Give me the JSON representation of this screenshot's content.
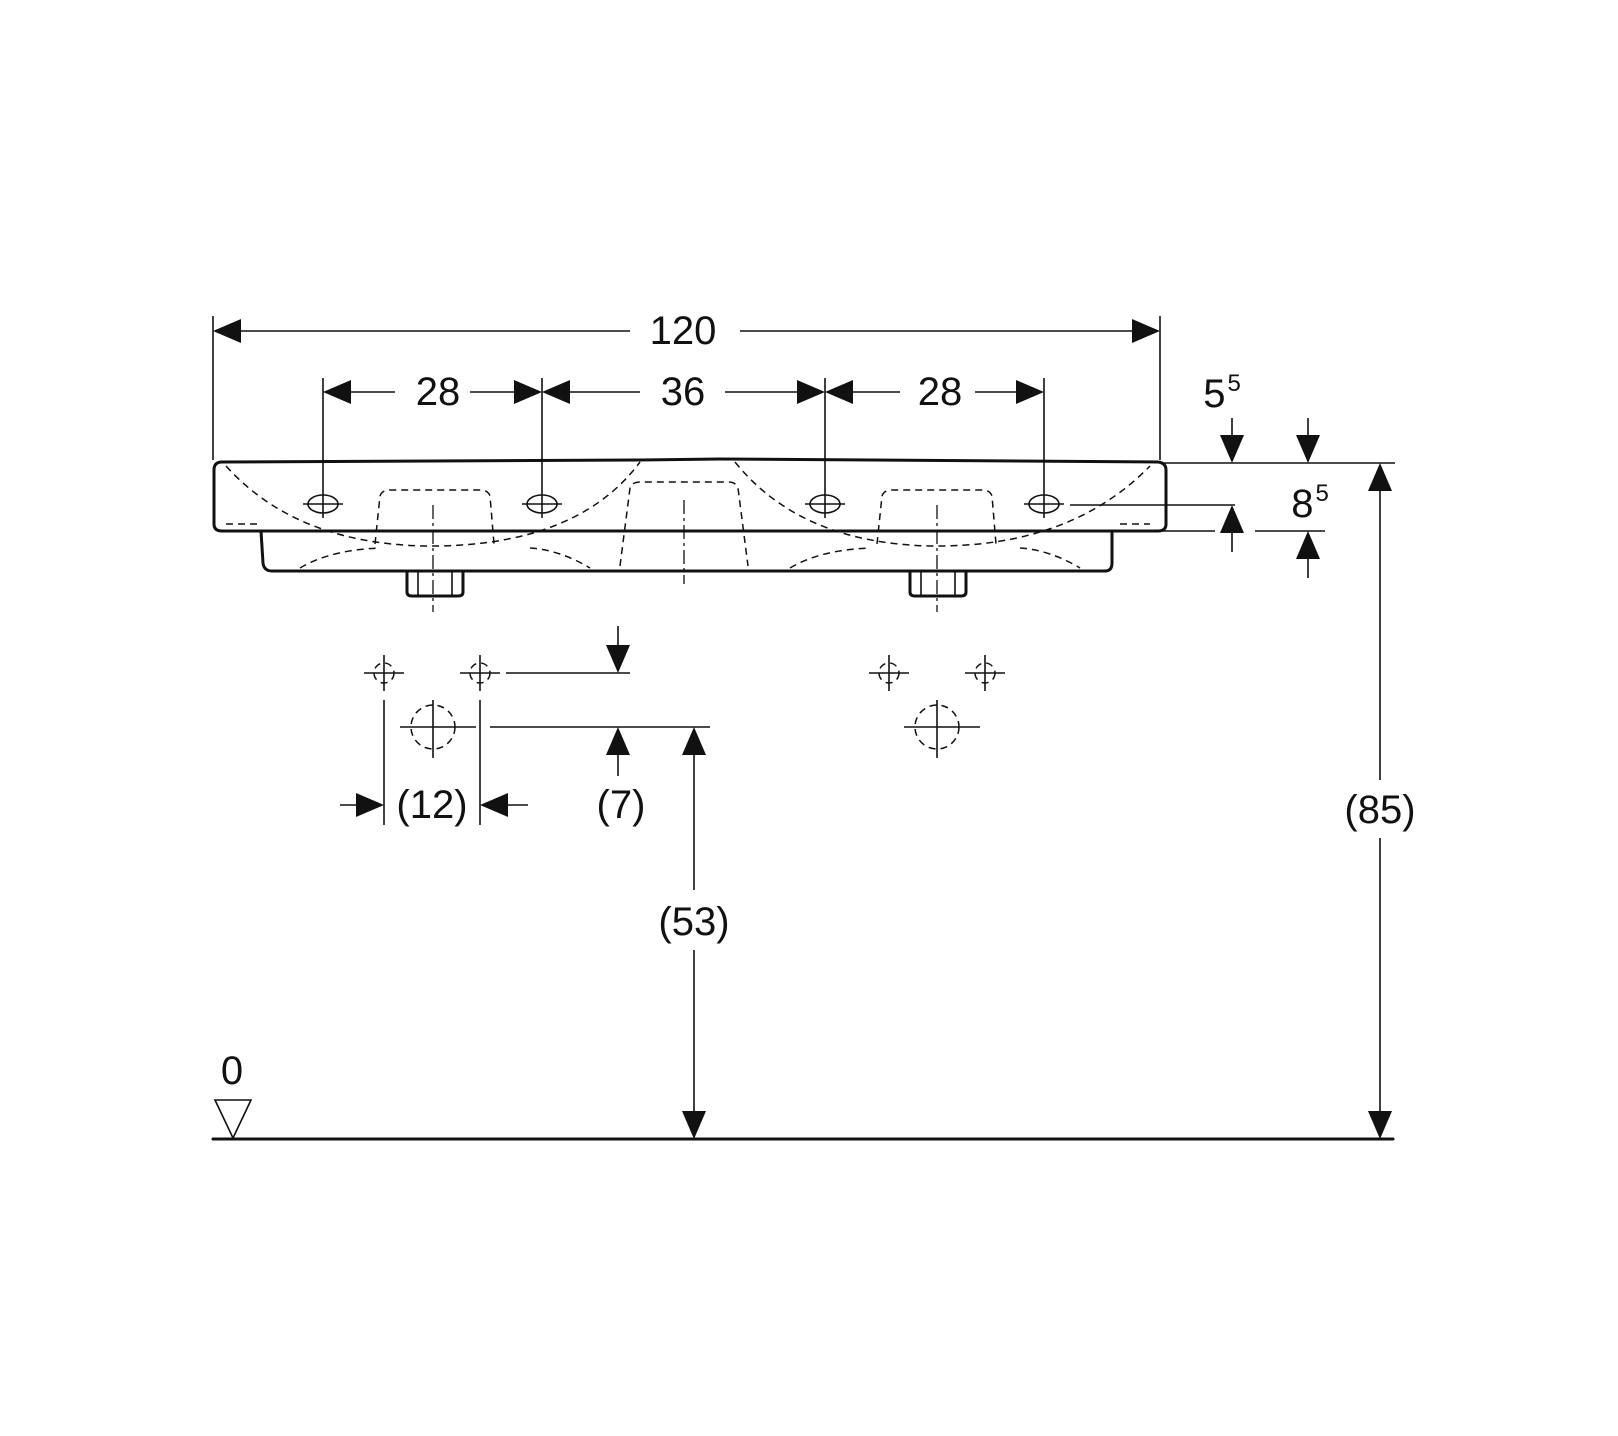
{
  "dimensions": {
    "overall_width": "120",
    "tap_spacing_left": "28",
    "tap_spacing_middle": "36",
    "tap_spacing_right": "28",
    "rim_depth_base": "5",
    "rim_depth_sup": "5",
    "front_height_base": "8",
    "front_height_sup": "5",
    "waste_spacing": "(12)",
    "waste_offset": "(7)",
    "waste_height": "(53)",
    "rim_height": "(85)",
    "floor_level": "0"
  }
}
